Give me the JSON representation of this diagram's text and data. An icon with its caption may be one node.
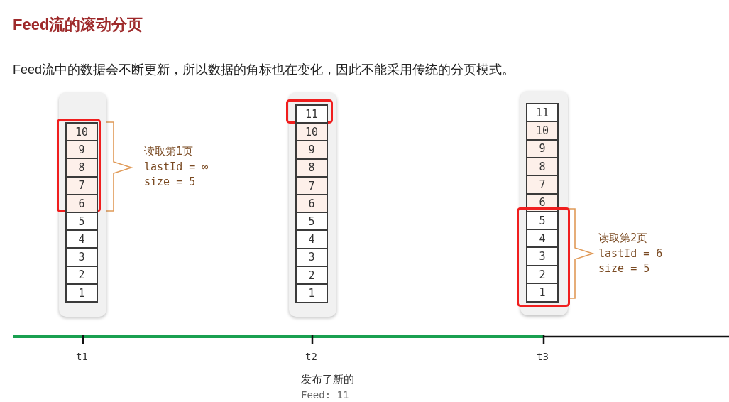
{
  "diagram": {
    "title": "Feed流的滚动分页",
    "nodes": [
      {
        "text": [],
        "shape": "bar"
      },
      {
        "text": [],
        "shape": "box",
        "in": 0
      },
      {
        "text": [
          "10"
        ],
        "in": 1
      },
      {
        "text": [
          "9"
        ],
        "in": 1
      },
      {
        "text": [
          "8"
        ],
        "in": 1
      },
      {
        "text": [
          "7"
        ],
        "in": 1
      },
      {
        "text": [
          "6"
        ],
        "in": 1
      },
      {
        "text": [
          "5"
        ],
        "in": 0
      },
      {
        "text": [
          "4"
        ],
        "in": 0
      },
      {
        "text": [
          "3"
        ],
        "in": 0
      },
      {
        "text": [
          "2"
        ],
        "in": 0
      },
      {
        "text": [
          "1"
        ],
        "in": 0
      },
      {
        "text": [],
        "shape": "bar"
      },
      {
        "text": [],
        "shape": "box",
        "in": 12
      },
      {
        "text": [
          "11"
        ],
        "in": 13
      },
      {
        "text": [
          "10"
        ],
        "in": 12
      },
      {
        "text": [
          "9"
        ],
        "in": 12
      },
      {
        "text": [
          "8"
        ],
        "in": 12
      },
      {
        "text": [
          "7"
        ],
        "in": 12
      },
      {
        "text": [
          "6"
        ],
        "in": 12
      },
      {
        "text": [
          "5"
        ],
        "in": 12
      },
      {
        "text": [
          "4"
        ],
        "in": 12
      },
      {
        "text": [
          "3"
        ],
        "in": 12
      },
      {
        "text": [
          "2"
        ],
        "in": 12
      },
      {
        "text": [
          "1"
        ],
        "in": 12
      },
      {
        "text": [],
        "shape": "bar"
      },
      {
        "text": [
          "11"
        ],
        "in": 25
      },
      {
        "text": [
          "10"
        ],
        "in": 25
      },
      {
        "text": [
          "9"
        ],
        "in": 25
      },
      {
        "text": [
          "8"
        ],
        "in": 25
      },
      {
        "text": [
          "7"
        ],
        "in": 25
      },
      {
        "text": [
          "6"
        ],
        "in": 25
      },
      {
        "text": [],
        "shape": "box",
        "in": 25
      },
      {
        "text": [
          "5"
        ],
        "in": 32
      },
      {
        "text": [
          "4"
        ],
        "in": 32
      },
      {
        "text": [
          "3"
        ],
        "in": 32
      },
      {
        "text": [
          "2"
        ],
        "in": 32
      },
      {
        "text": [
          "1"
        ],
        "in": 32
      }
    ],
    "labels": [
      "Feed流中的数据会不断更新，所以数据的角标也在变化，因此不能采用传统的分页模式。",
      "读取第1页",
      "lastId = ∞",
      "size = 5",
      "读取第2页",
      "lastId = 6",
      "size = 5",
      "t1",
      "t2",
      "t3",
      "发布了新的",
      "Feed: 11"
    ]
  }
}
